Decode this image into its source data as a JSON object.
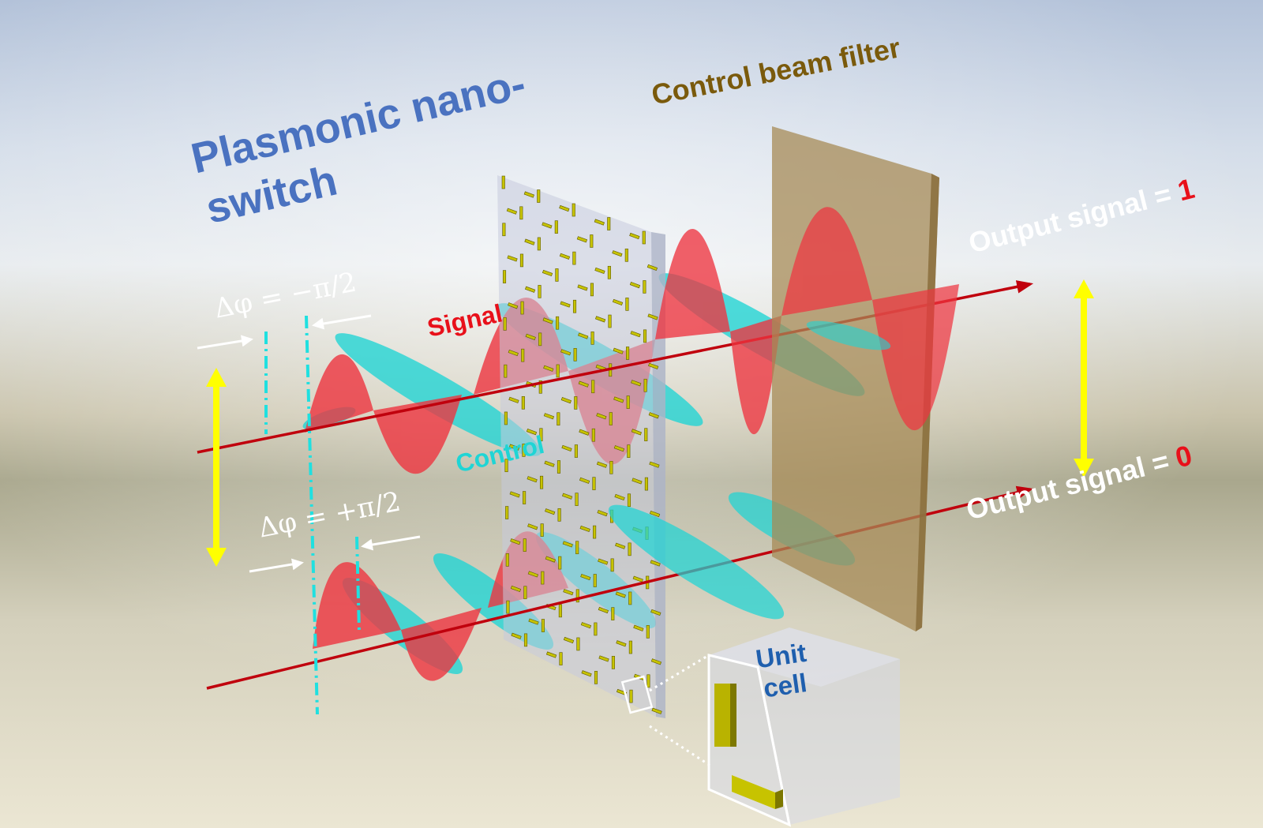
{
  "title": {
    "line1": "Plasmonic nano-",
    "line2": "switch"
  },
  "labels": {
    "filter": "Control beam filter",
    "signal": "Signal",
    "control": "Control",
    "output_1_text": "Output signal = ",
    "output_1_value": "1",
    "output_0_text": "Output signal = ",
    "output_0_value": "0",
    "delta_phi_top": "Δφ = −π/2",
    "delta_phi_bottom": "Δφ = +π/2",
    "unit_cell_line1": "Unit",
    "unit_cell_line2": "cell"
  },
  "colors": {
    "title": "#4a72c0",
    "signal": "#e8202a",
    "control": "#1fd5d5",
    "beam_line": "#c0000d",
    "output_value": "#e8101a",
    "filter": "#a68a55",
    "filter_label": "#7a5a0c",
    "antenna": "#c7c300",
    "yellow_arrow": "#ffff00",
    "unit_cell_label": "#1f5fae"
  }
}
